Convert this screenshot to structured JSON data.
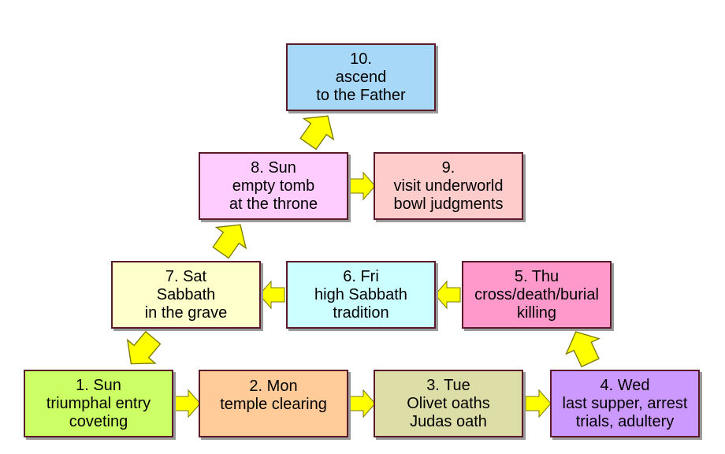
{
  "colors": {
    "arrow_fill": "#ffff00",
    "arrow_stroke": "#7a7a00",
    "box_border": "#5a1a2a"
  },
  "steps": [
    {
      "id": "1",
      "lines": [
        "1. Sun",
        "triumphal entry",
        "coveting"
      ],
      "color": "#ccff66"
    },
    {
      "id": "2",
      "lines": [
        "2. Mon",
        "temple clearing"
      ],
      "color": "#ffcc99"
    },
    {
      "id": "3",
      "lines": [
        "3. Tue",
        "Olivet oaths",
        "Judas oath"
      ],
      "color": "#dddda8"
    },
    {
      "id": "4",
      "lines": [
        "4. Wed",
        "last supper, arrest",
        "trials, adultery"
      ],
      "color": "#cc99ff"
    },
    {
      "id": "5",
      "lines": [
        "5. Thu",
        "cross/death/burial",
        "killing"
      ],
      "color": "#ff99cc"
    },
    {
      "id": "6",
      "lines": [
        "6. Fri",
        "high Sabbath",
        "tradition"
      ],
      "color": "#ccffff"
    },
    {
      "id": "7",
      "lines": [
        "7. Sat",
        "Sabbath",
        "in the grave"
      ],
      "color": "#ffffcc"
    },
    {
      "id": "8",
      "lines": [
        "8. Sun",
        "empty tomb",
        "at the throne"
      ],
      "color": "#ffccff"
    },
    {
      "id": "9",
      "lines": [
        "9.",
        "visit underworld",
        "bowl judgments"
      ],
      "color": "#ffcccc"
    },
    {
      "id": "10",
      "lines": [
        "10.",
        "ascend",
        "to the Father"
      ],
      "color": "#a8d8f8"
    }
  ]
}
